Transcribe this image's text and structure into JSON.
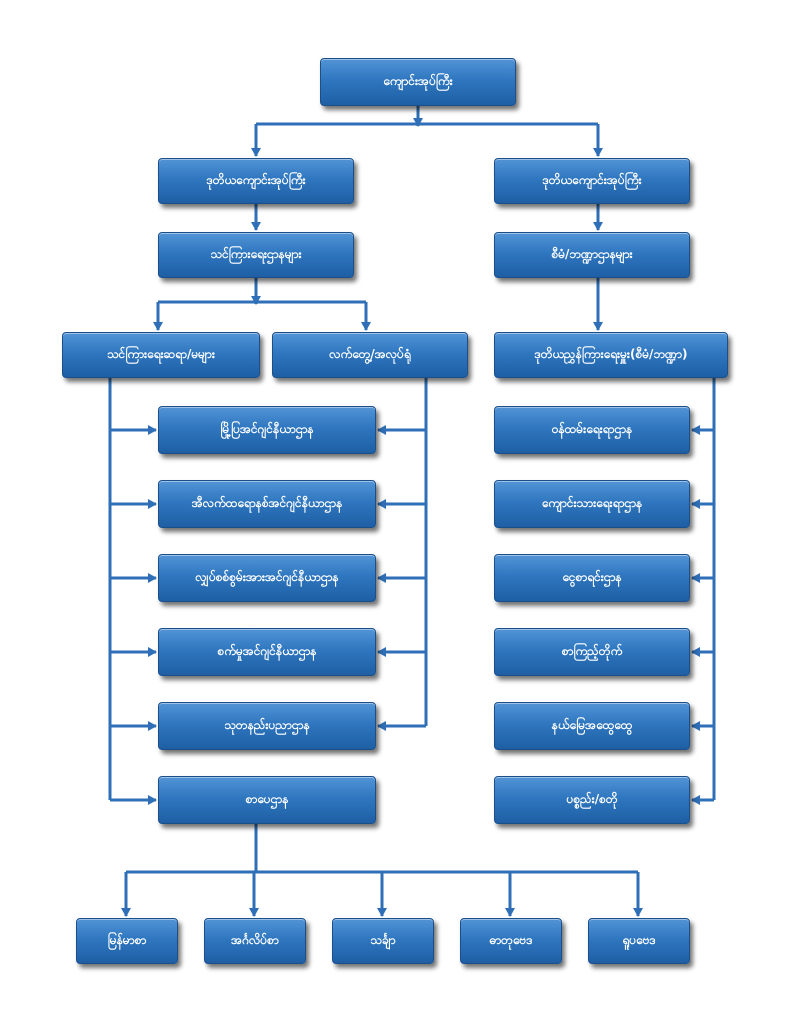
{
  "diagram": {
    "colors": {
      "box_fill": "#2f77c0",
      "connector": "#2e6fb7",
      "text": "#ffffff"
    },
    "nodes": {
      "root": "ကျောင်းအုပ်ကြီး",
      "deputy_left": "ဒုတိယကျောင်းအုပ်ကြီး",
      "deputy_right": "ဒုတိယကျောင်းအုပ်ကြီး",
      "teaching_depts": "သင်ကြားရေးဌာနများ",
      "admin_depts": "စီမံ/ဘဏ္ဍာဌာနများ",
      "teachers": "သင်ကြားရေးဆရာ/မများ",
      "workshops": "လက်တွေ့/အလုပ်ရုံ",
      "deputy_director_admin": "ဒုတိယညွှန်ကြားရေးမှူး(စီမံ/ဘဏ္ဍာ)",
      "civil_eng": "မြို့ပြအင်ဂျင်နီယာဌာန",
      "electronic_eng": "အီလက်ထရောနစ်အင်ဂျင်နီယာဌာန",
      "electrical_power_eng": "လျှပ်စစ်စွမ်းအားအင်ဂျင်နီယာဌာန",
      "mechanical_eng": "စက်မှုအင်ဂျင်နီယာဌာန",
      "science_tech": "သုတနည်းပညာဌာန",
      "language": "စာပေဌာန",
      "admin": "ဝန်ထမ်းရေးရာဌာန",
      "student_affairs": "ကျောင်းသားရေးရာဌာန",
      "finance": "ငွေစာရင်းဌာန",
      "library": "စာကြည့်တိုက်",
      "general": "နယ်မြေအထွေထွေ",
      "stores": "ပစ္စည်း/စတို",
      "myanmar": "မြန်မာစာ",
      "english": "အင်္ဂလိပ်စာ",
      "math": "သင်္ချာ",
      "physics": "ဓာတုဗေဒ",
      "chemistry": "ရူပဗေဒ"
    }
  }
}
